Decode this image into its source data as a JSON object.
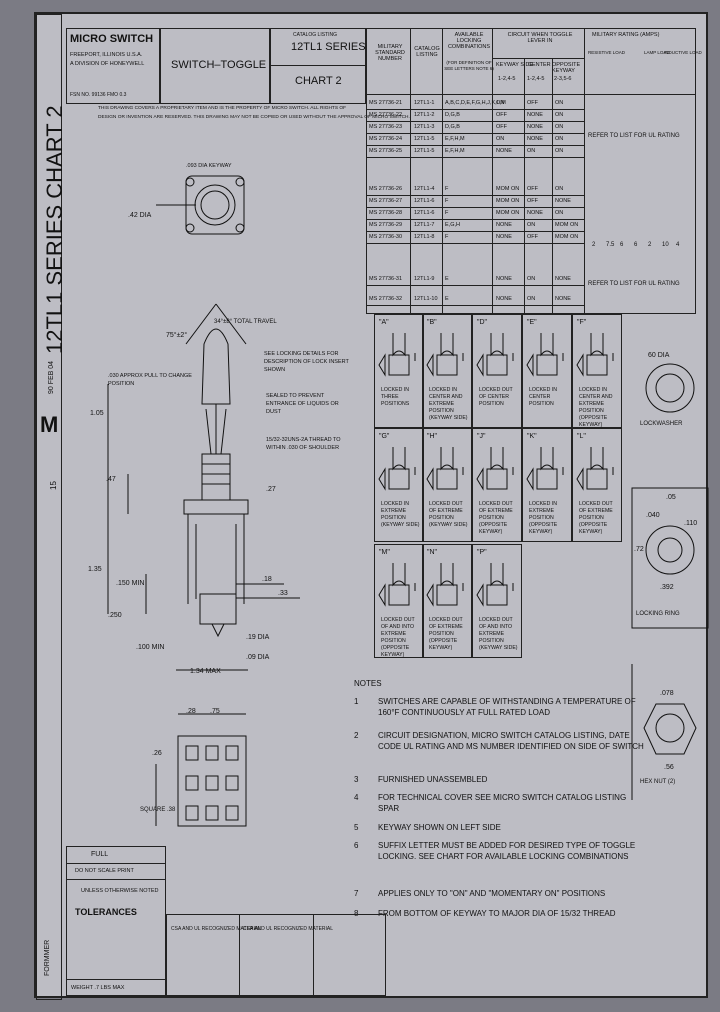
{
  "title_block": {
    "company": "MICRO SWITCH",
    "address": "FREEPORT, ILLINOIS U.S.A.",
    "division": "A DIVISION OF HONEYWELL",
    "fax": "FSN NO. 99136 FMO 0.3",
    "product": "SWITCH–TOGGLE",
    "catalog_listing_label": "CATALOG LISTING",
    "series": "12TL1 SERIES",
    "chart": "CHART 2",
    "proprietary_line1": "THIS DRAWING COVERS A PROPRIETARY ITEM AND IS THE PROPERTY OF MICRO SWITCH. ALL RIGHTS OF",
    "proprietary_line2": "DESIGN OR INVENTION ARE RESERVED. THIS DRAWING MAY NOT BE COPIED OR USED WITHOUT THE APPROVAL OF MICRO SWITCH."
  },
  "table": {
    "headers": {
      "mil_std": "MILITARY STANDARD NUMBER",
      "catalog": "CATALOG LISTING",
      "locking": "AVAILABLE LOCKING COMBINATIONS",
      "locking_sub": "(FOR DEFINITION OF SEE LETTERS NOTE 6)",
      "circuit": "CIRCUIT WHEN TOGGLE LEVER IN",
      "keyway_side": "KEYWAY SIDE",
      "center": "CENTER",
      "opposite": "OPPOSITE KEYWAY",
      "terminal_a": "1-2,4-5",
      "terminal_b": "1-2,4-5",
      "terminal_c": "2-3,5-6",
      "rating": "MILITARY RATING (AMPS)",
      "resistive": "RESISTIVE LOAD",
      "lamp": "LAMP LOAD",
      "inductive": "INDUCTIVE LOAD"
    },
    "rows": [
      {
        "mil": "MS 27736-21",
        "cat": "12TL1-1",
        "lock": "A,B,C,D,E,F,G,H,J,K,L,M",
        "k": "ON",
        "c": "OFF",
        "o": "ON"
      },
      {
        "mil": "MS 27736-22",
        "cat": "12TL1-2",
        "lock": "D,G,B",
        "k": "OFF",
        "c": "NONE",
        "o": "ON"
      },
      {
        "mil": "MS 27736-23",
        "cat": "12TL1-3",
        "lock": "D,G,B",
        "k": "OFF",
        "c": "NONE",
        "o": "ON"
      },
      {
        "mil": "MS 27736-24",
        "cat": "12TL1-5",
        "lock": "E,F,H,M",
        "k": "ON",
        "c": "NONE",
        "o": "ON"
      },
      {
        "mil": "MS 27736-25",
        "cat": "12TL1-5",
        "lock": "E,F,H,M",
        "k": "NONE",
        "c": "ON",
        "o": "ON"
      },
      {
        "mil": "MS 27736-26",
        "cat": "12TL1-4",
        "lock": "F",
        "k": "MOM ON",
        "c": "OFF",
        "o": "ON"
      },
      {
        "mil": "MS 27736-27",
        "cat": "12TL1-6",
        "lock": "F",
        "k": "MOM ON",
        "c": "OFF",
        "o": "NONE"
      },
      {
        "mil": "MS 27736-28",
        "cat": "12TL1-6",
        "lock": "F",
        "k": "MOM ON",
        "c": "NONE",
        "o": "ON"
      },
      {
        "mil": "MS 27736-29",
        "cat": "12TL1-7",
        "lock": "E,G,H",
        "k": "NONE",
        "c": "ON",
        "o": "MOM ON"
      },
      {
        "mil": "MS 27736-30",
        "cat": "12TL1-8",
        "lock": "F",
        "k": "NONE",
        "c": "OFF",
        "o": "MOM ON"
      },
      {
        "mil": "MS 27736-31",
        "cat": "12TL1-9",
        "lock": "E",
        "k": "NONE",
        "c": "ON",
        "o": "NONE"
      },
      {
        "mil": "MS 27736-32",
        "cat": "12TL1-10",
        "lock": "E",
        "k": "NONE",
        "c": "ON",
        "o": "NONE"
      }
    ],
    "rating_note1": "REFER TO LIST FOR UL RATING",
    "rating_note2": "REFER TO LIST FOR UL RATING",
    "rating_values": [
      "2",
      "7.5",
      "6",
      "6",
      "2",
      "10",
      "4"
    ]
  },
  "locking_types": [
    {
      "letter": "A",
      "caption": "LOCKED IN THREE POSITIONS"
    },
    {
      "letter": "B",
      "caption": "LOCKED IN CENTER AND EXTREME POSITION (KEYWAY SIDE)"
    },
    {
      "letter": "D",
      "caption": "LOCKED OUT OF CENTER POSITION"
    },
    {
      "letter": "E",
      "caption": "LOCKED IN CENTER POSITION"
    },
    {
      "letter": "F",
      "caption": "LOCKED IN CENTER AND EXTREME POSITION (OPPOSITE KEYWAY)"
    },
    {
      "letter": "G",
      "caption": "LOCKED IN EXTREME POSITION (KEYWAY SIDE)"
    },
    {
      "letter": "H",
      "caption": "LOCKED OUT OF EXTREME POSITION (KEYWAY SIDE)"
    },
    {
      "letter": "J",
      "caption": "LOCKED OUT OF EXTREME POSITION (OPPOSITE KEYWAY)"
    },
    {
      "letter": "K",
      "caption": "LOCKED IN EXTREME POSITION (OPPOSITE KEYWAY)"
    },
    {
      "letter": "L",
      "caption": "LOCKED OUT OF EXTREME POSITION (OPPOSITE KEYWAY)"
    },
    {
      "letter": "M",
      "caption": "LOCKED OUT OF AND INTO EXTREME POSITION (OPPOSITE KEYWAY)"
    },
    {
      "letter": "N",
      "caption": "LOCKED OUT OF EXTREME POSITION (OPPOSITE KEYWAY)"
    },
    {
      "letter": "P",
      "caption": "LOCKED OUT OF AND INTO EXTREME POSITION (KEYWAY SIDE)"
    }
  ],
  "drawing_labels": {
    "keyway": ".093 DIA KEYWAY",
    "dim_42": ".42 DIA",
    "travel": "34°±8° TOTAL TRAVEL",
    "angle_75": "75°±2°",
    "locking_details": "SEE LOCKING DETAILS FOR DESCRIPTION OF LOCK INSERT SHOWN",
    "pull": ".030 APPROX PULL TO CHANGE POSITION",
    "sealed": "SEALED TO PREVENT ENTRANCE OF LIQUIDS OR DUST",
    "thread": "15/32-32UNS-2A THREAD TO WITHIN .030 OF SHOULDER",
    "dim_105": "1.05",
    "dim_47": ".47",
    "dim_27": ".27",
    "dim_135": "1.35",
    "dim_150": ".150 MIN",
    "dim_250": ".250",
    "dim_100": ".100 MIN",
    "dim_18": ".18",
    "dim_33": ".33",
    "dim_19": ".19 DIA",
    "dim_09": ".09 DIA",
    "dim_134": "1.34 MAX",
    "dim_28": ".28",
    "dim_75": ".75",
    "dim_26": ".26",
    "dim_38": "SQUARE .38",
    "lockwasher": "LOCKWASHER",
    "locking_ring": "LOCKING RING",
    "hex_nut": "HEX NUT (2)",
    "dim_05": ".05",
    "dim_040": ".040",
    "dim_110": ".110",
    "dim_72": ".72",
    "dim_392": ".392",
    "dim_078": ".078",
    "dim_56": ".56",
    "dim_60": "60 DIA"
  },
  "notes": {
    "heading": "NOTES",
    "items": [
      {
        "num": "1",
        "text": "SWITCHES ARE CAPABLE OF WITHSTANDING A TEMPERATURE OF 160°F CONTINUOUSLY AT FULL RATED LOAD"
      },
      {
        "num": "2",
        "text": "CIRCUIT DESIGNATION, MICRO SWITCH CATALOG LISTING, DATE CODE UL RATING AND MS NUMBER IDENTIFIED ON SIDE OF SWITCH"
      },
      {
        "num": "3",
        "text": "FURNISHED UNASSEMBLED"
      },
      {
        "num": "4",
        "text": "FOR TECHNICAL COVER SEE MICRO SWITCH CATALOG LISTING SPAR"
      },
      {
        "num": "5",
        "text": "KEYWAY SHOWN ON LEFT SIDE"
      },
      {
        "num": "6",
        "text": "SUFFIX LETTER MUST BE ADDED FOR DESIRED TYPE OF TOGGLE LOCKING. SEE CHART FOR AVAILABLE LOCKING COMBINATIONS"
      },
      {
        "num": "7",
        "text": "APPLIES ONLY TO \"ON\" AND \"MOMENTARY ON\" POSITIONS"
      },
      {
        "num": "8",
        "text": "FROM BOTTOM OF KEYWAY TO MAJOR DIA OF 15/32 THREAD"
      }
    ]
  },
  "bottom_block": {
    "scale": "FULL",
    "do_not_scale": "DO NOT SCALE PRINT",
    "unless": "UNLESS OTHERWISE NOTED",
    "tolerances": "TOLERANCES",
    "weight": "WEIGHT .7 LBS MAX",
    "cert_left": "CSA AND UL RECOGNIZED MATERIAL",
    "cert_right": "CSA AND UL RECOGNIZED MATERIAL"
  },
  "side_strip": {
    "title": "12TL1 SERIES CHART 2",
    "letter": "M",
    "number": "15",
    "date": "90 FEB 04",
    "formmer": "FORMMER"
  }
}
